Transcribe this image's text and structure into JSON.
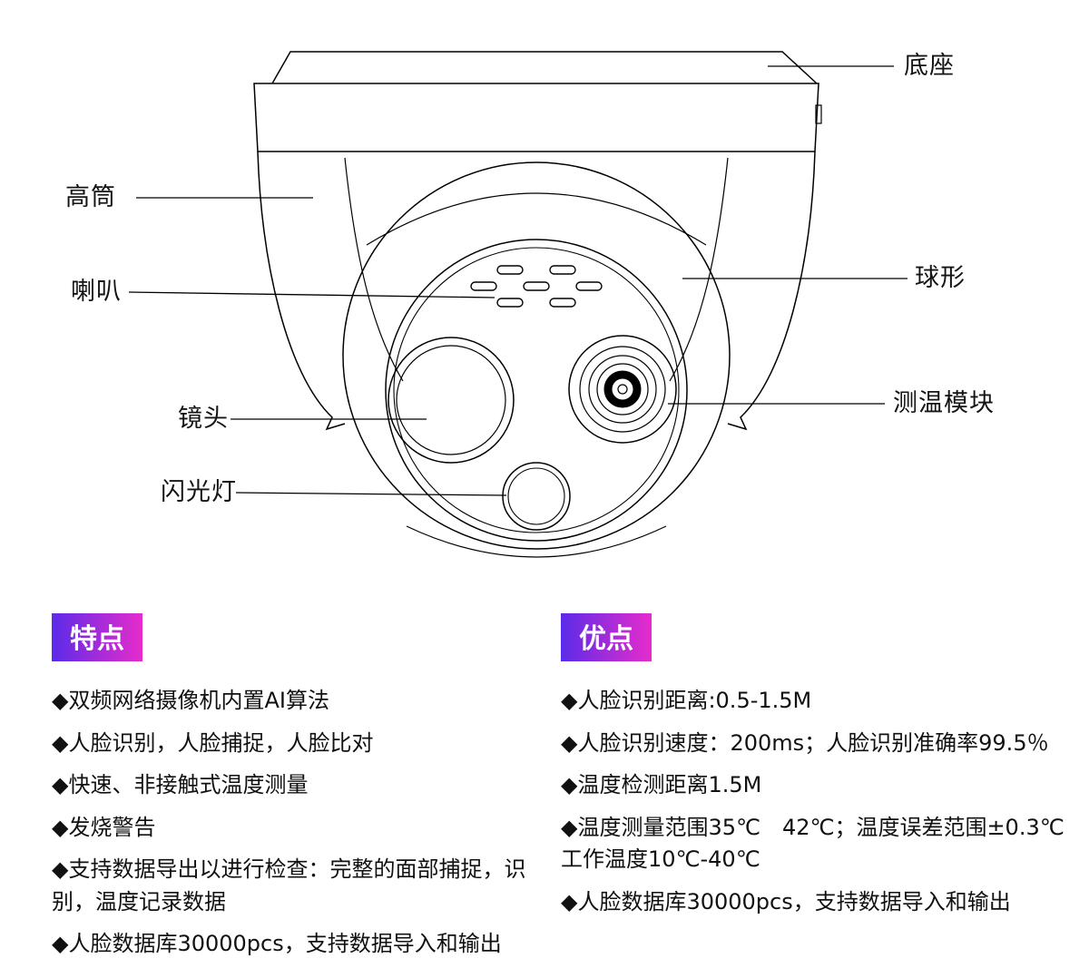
{
  "diagram": {
    "callouts": {
      "base": "底座",
      "tall_body": "高筒",
      "speaker": "喇叭",
      "lens": "镜头",
      "flash": "闪光灯",
      "sphere": "球形",
      "thermal_module": "测温模块"
    }
  },
  "features": {
    "title": "特点",
    "items": [
      "◆双频网络摄像机内置AI算法",
      "◆人脸识别，人脸捕捉，人脸比对",
      "◆快速、非接触式温度测量",
      "◆发烧警告",
      "◆支持数据导出以进行检查：完整的面部捕捉，识别，温度记录数据",
      "◆人脸数据库30000pcs，支持数据导入和输出"
    ]
  },
  "advantages": {
    "title": "优点",
    "items": [
      "◆人脸识别距离:0.5-1.5M",
      "◆人脸识别速度：200ms；人脸识别准确率99.5％",
      "◆温度检测距离1.5M",
      "◆温度测量范围35℃　42℃；温度误差范围±0.3℃ 工作温度10℃-40℃",
      "◆人脸数据库30000pcs，支持数据导入和输出"
    ]
  },
  "colors": {
    "header_gradient_start": "#5b2be9",
    "header_gradient_end": "#e62ccb",
    "line_color": "#000000"
  }
}
